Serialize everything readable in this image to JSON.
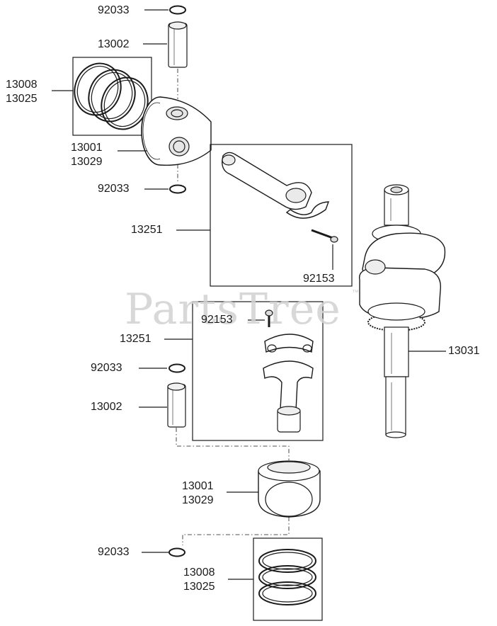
{
  "watermark": {
    "text": "PartsTree",
    "trademark": "™"
  },
  "part_numbers": {
    "ring_top": "92033",
    "pin_top": "13002",
    "rings_top_a": "13008",
    "rings_top_b": "13025",
    "piston_top_a": "13001",
    "piston_top_b": "13029",
    "ring_mid_top": "92033",
    "conrod_top": "13251",
    "bolt_top": "92153",
    "bolt_bottom": "92153",
    "conrod_bottom": "13251",
    "crankshaft": "13031",
    "ring_mid_bottom": "92033",
    "pin_bottom": "13002",
    "piston_bottom_a": "13001",
    "piston_bottom_b": "13029",
    "ring_bottom": "92033",
    "rings_bottom_a": "13008",
    "rings_bottom_b": "13025"
  },
  "colors": {
    "line": "#1a1a1a",
    "watermark": "#d2d2d2"
  }
}
